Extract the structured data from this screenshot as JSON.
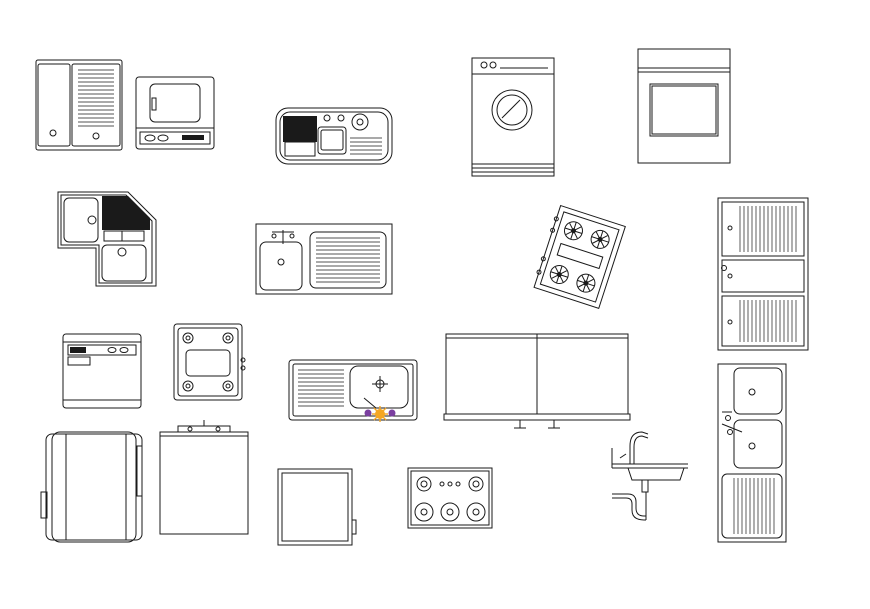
{
  "drawing": {
    "background": "#ffffff",
    "line_color": "#1a1a1a",
    "accent_colors": {
      "orange_marker": "#f5a623",
      "purple_marker": "#7b3fa0"
    },
    "blocks": [
      "double-door-cabinet",
      "microwave",
      "sink-with-drainboard",
      "washing-machine",
      "built-in-oven",
      "corner-sink",
      "sink-with-drainboard",
      "rotated-gas-cooktop",
      "tall-cabinet-with-drainboards",
      "dishwasher",
      "four-burner-cooktop",
      "sink-with-drainboard",
      "double-cabinet-elevation",
      "double-bowl-sink",
      "fridge-side-elevation",
      "cabinet-with-faucet",
      "faucet-sink-section",
      "base-cabinet",
      "gas-hob"
    ]
  }
}
